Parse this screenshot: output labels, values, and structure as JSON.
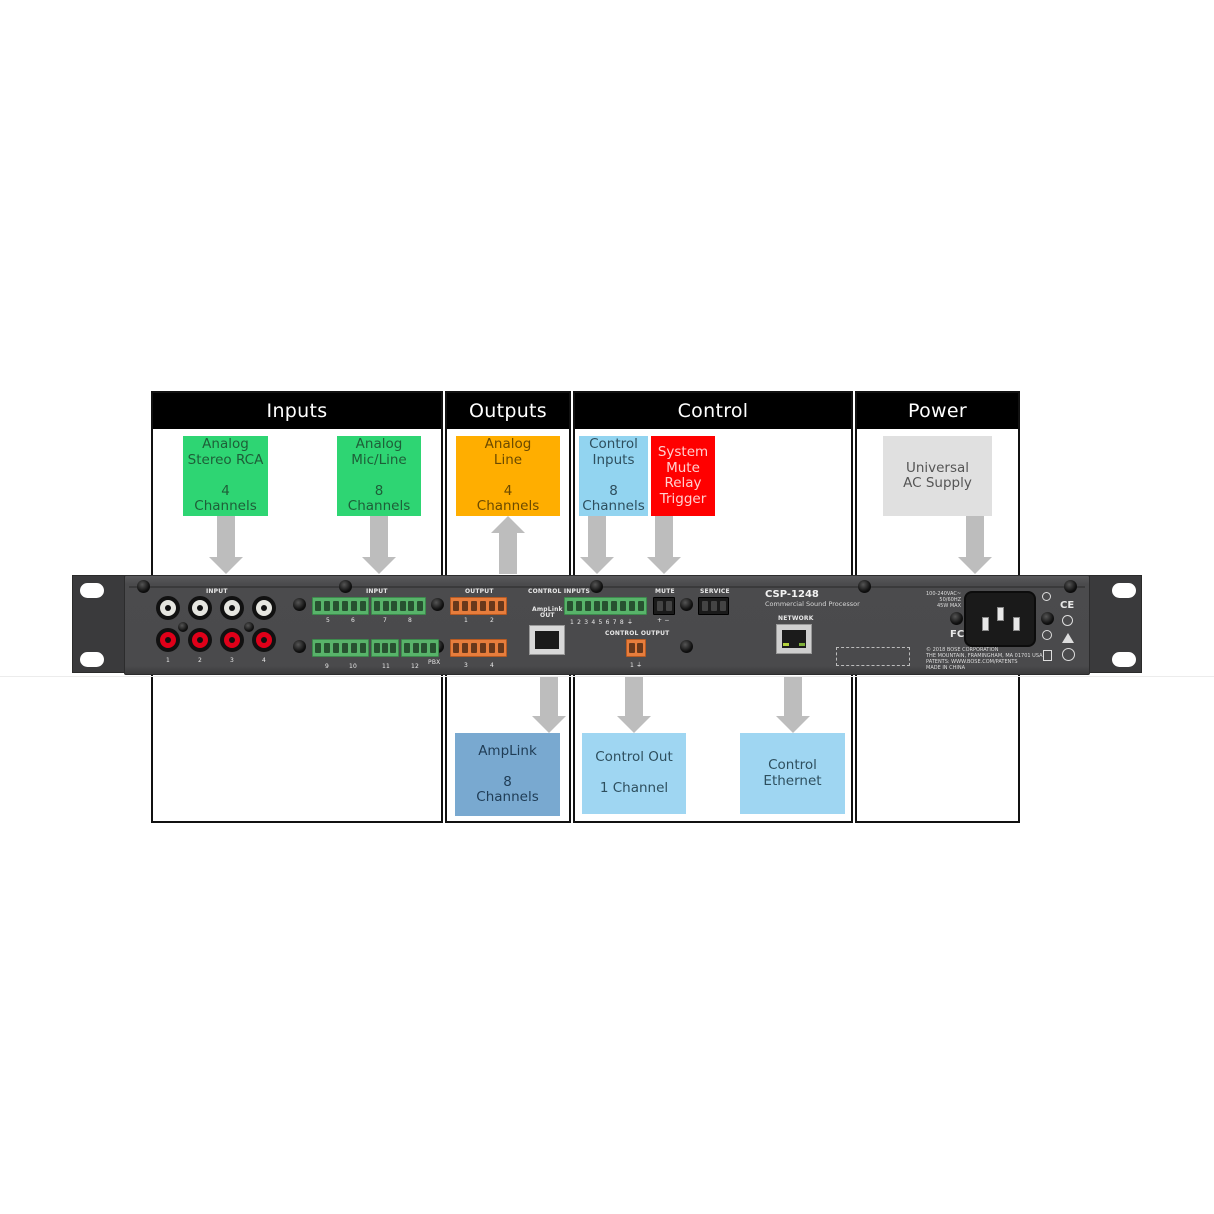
{
  "sections": {
    "inputs": {
      "title": "Inputs"
    },
    "outputs": {
      "title": "Outputs"
    },
    "control": {
      "title": "Control"
    },
    "power": {
      "title": "Power"
    }
  },
  "features": {
    "analog_stereo_rca": {
      "lines": [
        "Analog",
        "Stereo RCA",
        "",
        "4",
        "Channels"
      ],
      "color": "#2ed573",
      "text_color": "#1e5e38",
      "direction": "input"
    },
    "analog_mic_line": {
      "lines": [
        "Analog",
        "Mic/Line",
        "",
        "8",
        "Channels"
      ],
      "color": "#2ed573",
      "text_color": "#1e5e38",
      "direction": "input"
    },
    "analog_line_out": {
      "lines": [
        "Analog",
        "Line",
        "",
        "4",
        "Channels"
      ],
      "color": "#ffae00",
      "text_color": "#6b4a00",
      "direction": "output"
    },
    "control_inputs": {
      "lines": [
        "Control",
        "Inputs",
        "",
        "8",
        "Channels"
      ],
      "color": "#92d4f0",
      "text_color": "#2e4f5e",
      "direction": "input"
    },
    "system_mute": {
      "lines": [
        "System",
        "Mute",
        "Relay",
        "Trigger"
      ],
      "color": "#ff0000",
      "text_color": "#ffd0d0",
      "direction": "input"
    },
    "universal_ac": {
      "lines": [
        "Universal",
        "AC Supply"
      ],
      "color": "#e0e0e0",
      "text_color": "#555555",
      "direction": "input"
    },
    "amplink": {
      "lines": [
        "AmpLink",
        "",
        "8",
        "Channels"
      ],
      "color": "#79a9d0",
      "text_color": "#1f3c55",
      "direction": "output"
    },
    "control_out": {
      "lines": [
        "Control Out",
        "",
        "1 Channel"
      ],
      "color": "#9fd6f2",
      "text_color": "#2e4f5e",
      "direction": "output"
    },
    "control_ethernet": {
      "lines": [
        "Control",
        "Ethernet"
      ],
      "color": "#9fd6f2",
      "text_color": "#2e4f5e",
      "direction": "output"
    }
  },
  "device": {
    "model": "CSP-1248",
    "subtitle": "Commercial Sound Processor",
    "labels": {
      "rca_input": "INPUT",
      "phoenix_input": "INPUT",
      "output": "OUTPUT",
      "control_inputs": "CONTROL INPUTS",
      "mute": "MUTE",
      "service": "SERVICE",
      "amplink_out": "AmpLink\nOUT",
      "control_output": "CONTROL OUTPUT",
      "network": "NETWORK",
      "pbx": "PBX"
    },
    "rca_numbers": [
      "1",
      "2",
      "3",
      "4"
    ],
    "input_top_numbers": [
      "5",
      "6",
      "7",
      "8"
    ],
    "input_bottom_numbers": [
      "9",
      "10",
      "11",
      "12"
    ],
    "output_top_numbers": [
      "1",
      "2"
    ],
    "output_bottom_numbers": [
      "3",
      "4"
    ],
    "control_input_numbers": "1 2 3 4 5 6 7 8 ⏚",
    "mute_polarity": "+ −",
    "control_output_number": "1 ⏚",
    "power_rating": "100-240VAC~\n50/60HZ\n45W MAX",
    "legal": "© 2018 BOSE CORPORATION\nTHE MOUNTAIN, FRAMINGHAM, MA 01701 USA\nPATENTS: WWW.BOSE.COM/PATENTS\nMADE IN CHINA",
    "certs": {
      "fcc": "FC",
      "ce": "CE"
    }
  }
}
